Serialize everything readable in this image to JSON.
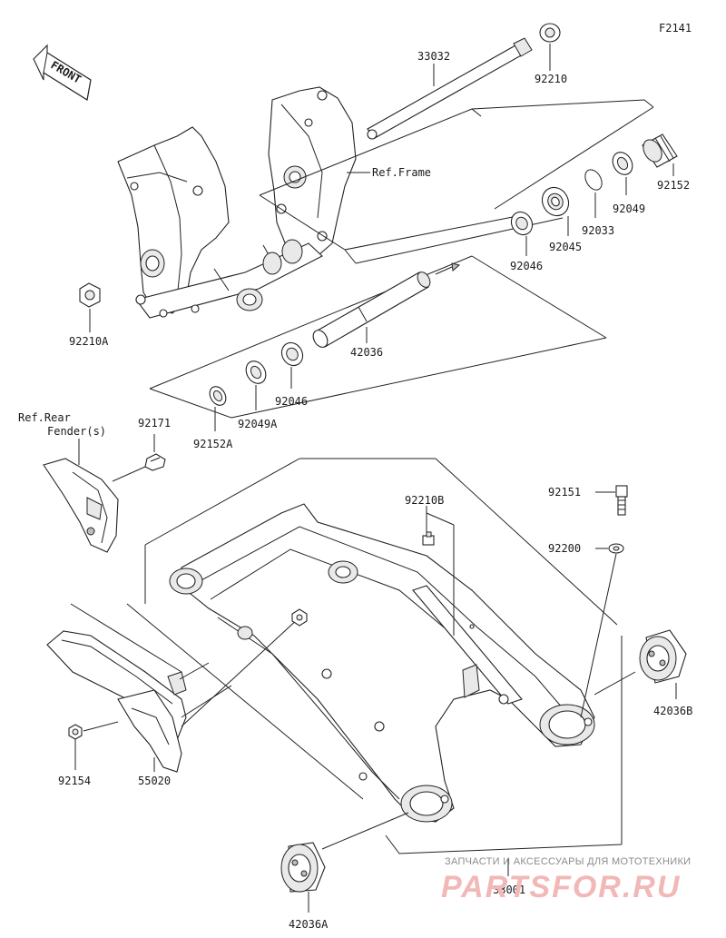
{
  "diagram_code": "F2141",
  "front_label": "FRONT",
  "ref_labels": {
    "frame": "Ref.Frame",
    "rear_fender_line1": "Ref.Rear",
    "rear_fender_line2": "Fender(s)"
  },
  "parts": {
    "p33032": "33032",
    "p92210": "92210",
    "p92210A": "92210A",
    "p92152": "92152",
    "p92049": "92049",
    "p92033": "92033",
    "p92045": "92045",
    "p92046_upper": "92046",
    "p42036": "42036",
    "p92046_lower": "92046",
    "p92049A": "92049A",
    "p92152A": "92152A",
    "p92171": "92171",
    "p92210B": "92210B",
    "p92151": "92151",
    "p92200": "92200",
    "p42036B": "42036B",
    "p92154": "92154",
    "p55020": "55020",
    "p33001": "33001",
    "p42036A": "42036A"
  },
  "watermark": {
    "top": "ЗАПЧАСТИ И АКСЕССУАРЫ ДЛЯ МОТОТЕХНИКИ",
    "brand": "PARTSFOR.RU"
  }
}
